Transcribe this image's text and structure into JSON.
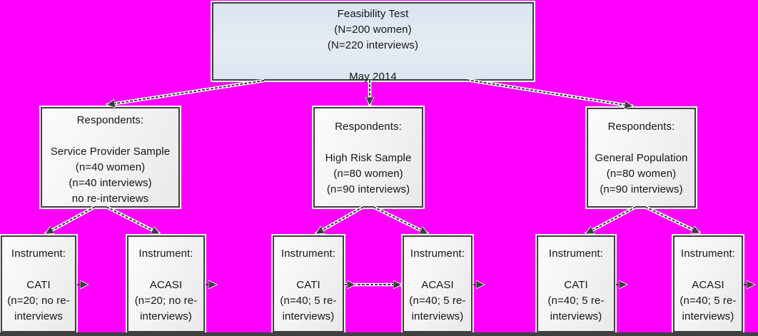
{
  "top_box": {
    "title": "Feasibility Test",
    "women": "(N=200 women)",
    "interviews": "(N=220 interviews)",
    "date": "May 2014"
  },
  "respondent_boxes": [
    {
      "heading": "Respondents:",
      "name": "Service Provider Sample",
      "women": "(n=40 women)",
      "interviews": "(n=40 interviews)",
      "note": "no re-interviews"
    },
    {
      "heading": "Respondents:",
      "name": "High Risk Sample",
      "women": "(n=80 women)",
      "interviews": "(n=90 interviews)"
    },
    {
      "heading": "Respondents:",
      "name": "General Population",
      "women": "(n=80 women)",
      "interviews": "(n=90 interviews)"
    }
  ],
  "instrument_boxes": [
    {
      "heading": "Instrument:",
      "name": "CATI",
      "detail1": "(n=20; no re-",
      "detail2": "interviews"
    },
    {
      "heading": "Instrument:",
      "name": "ACASI",
      "detail1": "(n=20; no re-",
      "detail2": "interviews)"
    },
    {
      "heading": "Instrument:",
      "name": "CATI",
      "detail1": "(n=40; 5 re-",
      "detail2": "interviews)"
    },
    {
      "heading": "Instrument:",
      "name": "ACASI",
      "detail1": "(n=40; 5 re-",
      "detail2": "interviews)"
    },
    {
      "heading": "Instrument:",
      "name": "CATI",
      "detail1": "(n=40; 5 re-",
      "detail2": "interviews)"
    },
    {
      "heading": "Instrument:",
      "name": "ACASI",
      "detail1": "(n=40; 5 re-",
      "detail2": "interviews)"
    }
  ],
  "colors": {
    "background": "#ff00ff",
    "top_box_fill": "#dfe8f2",
    "box_fill": "#f2f2f3",
    "box_border": "#3f3f41",
    "connector": "#3e3e40",
    "text": "#161616",
    "bottom_band": "#404040"
  }
}
